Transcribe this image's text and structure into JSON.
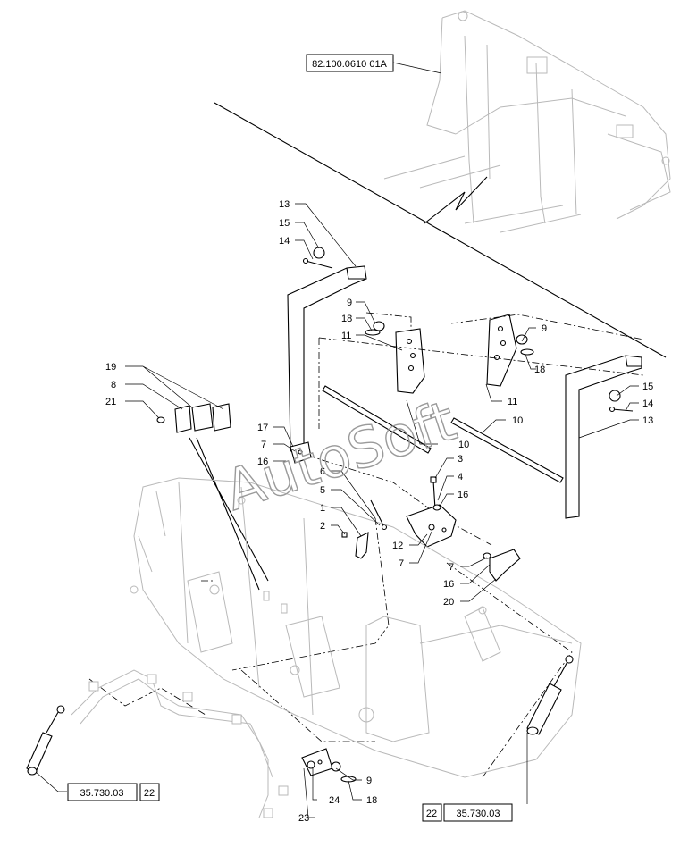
{
  "references": {
    "top": "82.100.0610 01A",
    "bottom_left": "35.730.03",
    "bottom_left_num": "22",
    "bottom_right": "35.730.03",
    "bottom_right_num": "22"
  },
  "watermark": "AutoSoft",
  "callouts": {
    "c13a": "13",
    "c15a": "15",
    "c14a": "14",
    "c9a": "9",
    "c18a": "18",
    "c11a": "11",
    "c9b": "9",
    "c18b": "18",
    "c11b": "11",
    "c10a": "10",
    "c10b": "10",
    "c15b": "15",
    "c14b": "14",
    "c13b": "13",
    "c19": "19",
    "c8": "8",
    "c21": "21",
    "c17": "17",
    "c7a": "7",
    "c16a": "16",
    "c3": "3",
    "c4": "4",
    "c16b": "16",
    "c6": "6",
    "c5": "5",
    "c1": "1",
    "c2": "2",
    "c12": "12",
    "c7b": "7",
    "c7c": "7",
    "c16c": "16",
    "c20": "20",
    "c9c": "9",
    "c18c": "18",
    "c24": "24",
    "c23": "23"
  },
  "colors": {
    "line": "#000000",
    "ghost": "#b9b9b9",
    "watermark": "#9a9a9a"
  }
}
